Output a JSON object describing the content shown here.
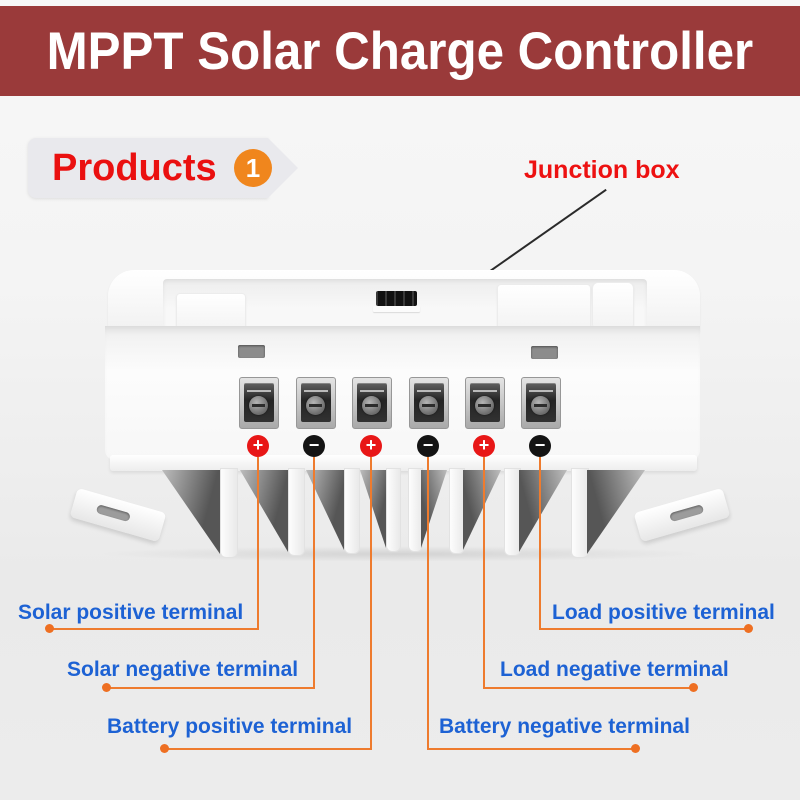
{
  "header": {
    "title": "MPPT Solar Charge Controller"
  },
  "products_badge": {
    "label": "Products",
    "number": "1"
  },
  "junction_callout": {
    "text": "Junction box"
  },
  "terminal_badges": [
    {
      "sign": "+",
      "polarity": "positive"
    },
    {
      "sign": "−",
      "polarity": "negative"
    },
    {
      "sign": "+",
      "polarity": "positive"
    },
    {
      "sign": "−",
      "polarity": "negative"
    },
    {
      "sign": "+",
      "polarity": "positive"
    },
    {
      "sign": "−",
      "polarity": "negative"
    }
  ],
  "terminal_labels": [
    {
      "text": "Solar positive terminal",
      "side": "left"
    },
    {
      "text": "Solar negative terminal",
      "side": "left"
    },
    {
      "text": "Battery positive terminal",
      "side": "left"
    },
    {
      "text": "Load positive terminal",
      "side": "right"
    },
    {
      "text": "Load negative terminal",
      "side": "right"
    },
    {
      "text": "Battery negative terminal",
      "side": "right"
    }
  ],
  "colors": {
    "banner_bg": "#9a3a3a",
    "banner_text": "#ffffff",
    "products_text": "#ea1010",
    "products_badge_bg": "#e9e9ed",
    "number_circle_bg": "#f0861d",
    "junction_text": "#ed1111",
    "label_text": "#1d62d4",
    "leader_line": "#ee7b2e",
    "positive_badge": "#e81717",
    "negative_badge": "#141414",
    "page_bg": "#f0f0f0"
  }
}
